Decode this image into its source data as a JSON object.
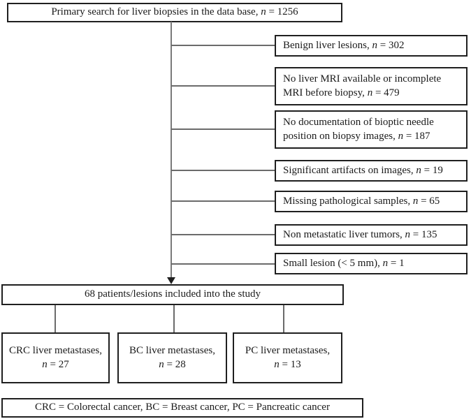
{
  "flowchart": {
    "top": {
      "prefix": "Primary search for liver biopsies in the data base, ",
      "n": "n",
      "suffix": " = 1256"
    },
    "exclusions": [
      {
        "prefix": "Benign liver lesions, ",
        "n": "n",
        "suffix": " = 302"
      },
      {
        "prefix": "No liver MRI available or incomplete MRI before biopsy, ",
        "n": "n",
        "suffix": " = 479"
      },
      {
        "prefix": "No documentation of bioptic needle position on biopsy images, ",
        "n": "n",
        "suffix": " = 187"
      },
      {
        "prefix": "Significant artifacts on images, ",
        "n": "n",
        "suffix": " = 19"
      },
      {
        "prefix": "Missing pathological samples, ",
        "n": "n",
        "suffix": " = 65"
      },
      {
        "prefix": "Non metastatic liver tumors, ",
        "n": "n",
        "suffix": " = 135"
      },
      {
        "prefix": "Small lesion (< 5 mm), ",
        "n": "n",
        "suffix": " = 1"
      }
    ],
    "included": {
      "text": "68 patients/lesions included into the study"
    },
    "groups": [
      {
        "prefix": "CRC liver metastases,",
        "n": "n",
        "suffix": " = 27"
      },
      {
        "prefix": "BC liver metastases,",
        "n": "n",
        "suffix": " = 28"
      },
      {
        "prefix": "PC liver metastases,",
        "n": "n",
        "suffix": " = 13"
      }
    ],
    "legend": {
      "text": "CRC = Colorectal cancer, BC = Breast cancer, PC = Pancreatic cancer"
    }
  },
  "colors": {
    "box_border": "#1f1f1f",
    "connector_line": "#6b6b6b",
    "text": "#1a1a1a",
    "background": "#ffffff"
  }
}
